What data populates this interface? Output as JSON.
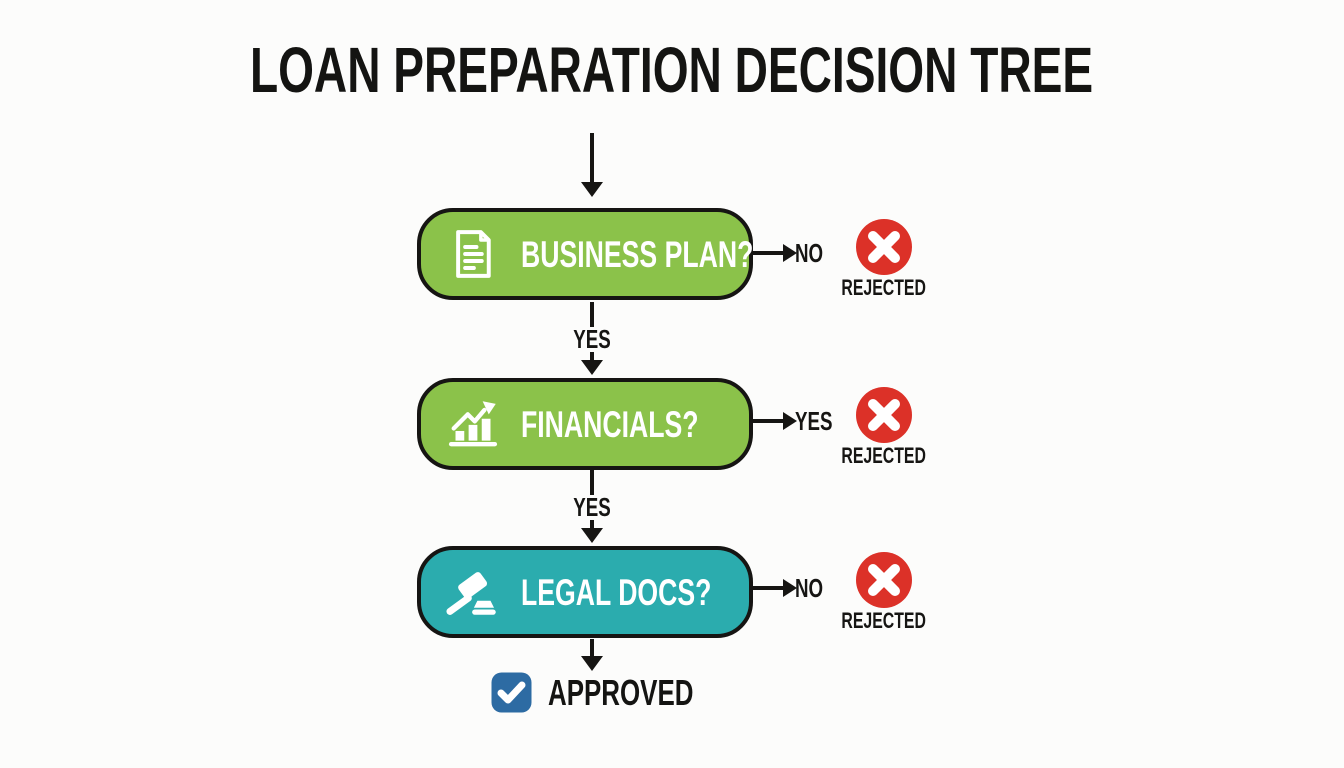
{
  "title": "LOAN PREPARATION DECISION TREE",
  "colors": {
    "node_green": "#8bc24a",
    "node_teal": "#2bacae",
    "reject_red": "#dc3128",
    "approve_blue": "#2d6ba3",
    "ink": "#161513",
    "background": "#fcfcfb"
  },
  "flow": {
    "nodes": [
      {
        "label": "BUSINESS PLAN?",
        "icon": "document-icon",
        "color": "#8bc24a",
        "branch": {
          "label": "NO",
          "result": "REJECTED",
          "result_icon": "x-circle-icon"
        },
        "down_label": "YES"
      },
      {
        "label": "FINANCIALS?",
        "icon": "bar-chart-icon",
        "color": "#8bc24a",
        "branch": {
          "label": "YES",
          "result": "REJECTED",
          "result_icon": "x-circle-icon"
        },
        "down_label": "YES"
      },
      {
        "label": "LEGAL DOCS?",
        "icon": "gavel-icon",
        "color": "#2bacae",
        "branch": {
          "label": "NO",
          "result": "REJECTED",
          "result_icon": "x-circle-icon"
        }
      }
    ],
    "final": {
      "label": "APPROVED",
      "icon": "checkbox-check-icon"
    }
  }
}
